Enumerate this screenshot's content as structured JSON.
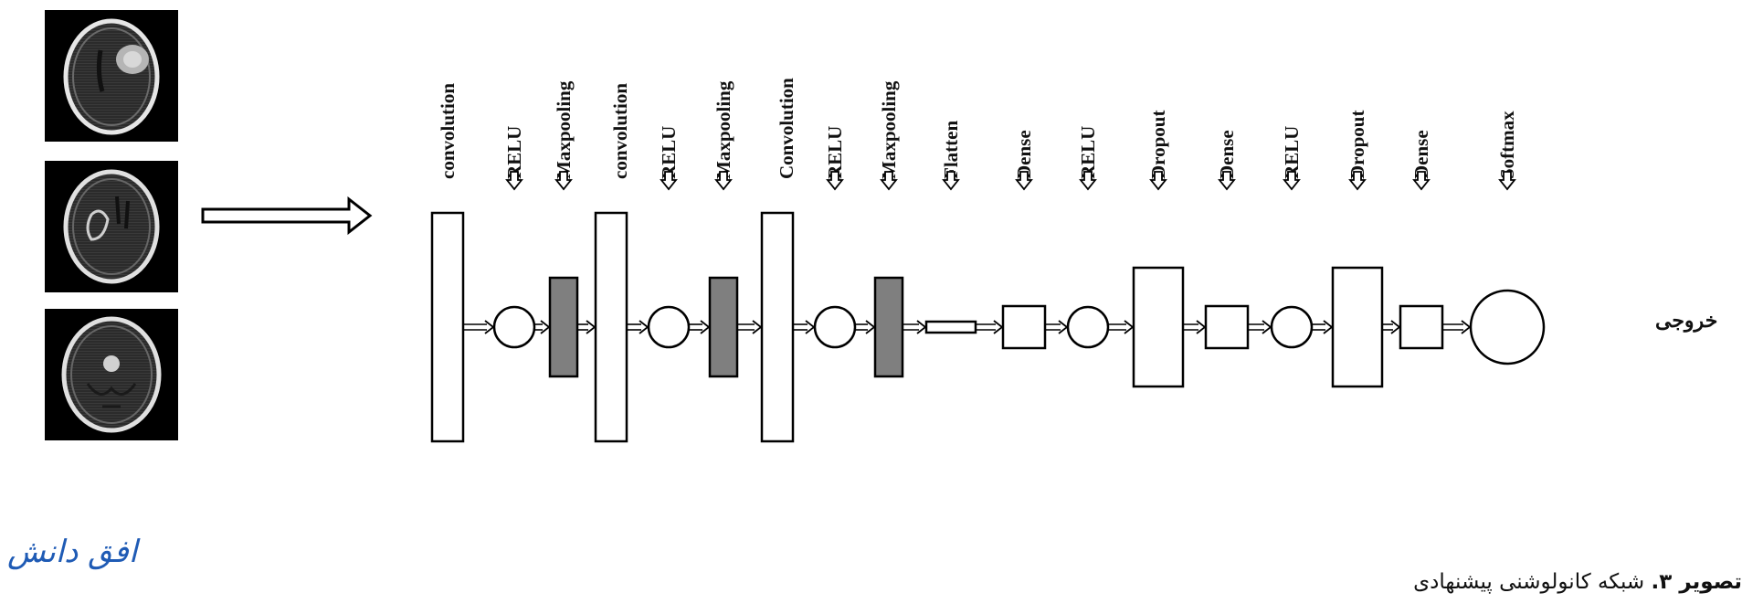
{
  "input_images": [
    {
      "name": "mri-scan-1"
    },
    {
      "name": "mri-scan-2"
    },
    {
      "name": "mri-scan-3"
    }
  ],
  "layers": [
    {
      "label": "convolution",
      "shape": "tall-rect"
    },
    {
      "label": "RELU",
      "shape": "circle"
    },
    {
      "label": "Maxpooling",
      "shape": "gray-rect"
    },
    {
      "label": "convolution",
      "shape": "tall-rect"
    },
    {
      "label": "RELU",
      "shape": "circle"
    },
    {
      "label": "Maxpooling",
      "shape": "gray-rect"
    },
    {
      "label": "Convolution",
      "shape": "tall-rect"
    },
    {
      "label": "RELU",
      "shape": "circle"
    },
    {
      "label": "Maxpooling",
      "shape": "gray-rect"
    },
    {
      "label": "Flatten",
      "shape": "thin-rect"
    },
    {
      "label": "Dense",
      "shape": "square"
    },
    {
      "label": "RELU",
      "shape": "circle"
    },
    {
      "label": "Dropout",
      "shape": "big-rect"
    },
    {
      "label": "Dense",
      "shape": "square"
    },
    {
      "label": "RELU",
      "shape": "circle"
    },
    {
      "label": "Dropout",
      "shape": "big-rect"
    },
    {
      "label": "Dense",
      "shape": "square"
    },
    {
      "label": "Softmax",
      "shape": "big-circle"
    }
  ],
  "output_label": "خروجی",
  "caption": {
    "bold": "تصویر ۳.",
    "text": " شبکه کانولوشنی پیشنهادی"
  },
  "logo_text": "افق دانش",
  "colors": {
    "maxpool_fill": "#7f7f7f",
    "logo": "#1f5bb5",
    "stroke": "#000000"
  }
}
